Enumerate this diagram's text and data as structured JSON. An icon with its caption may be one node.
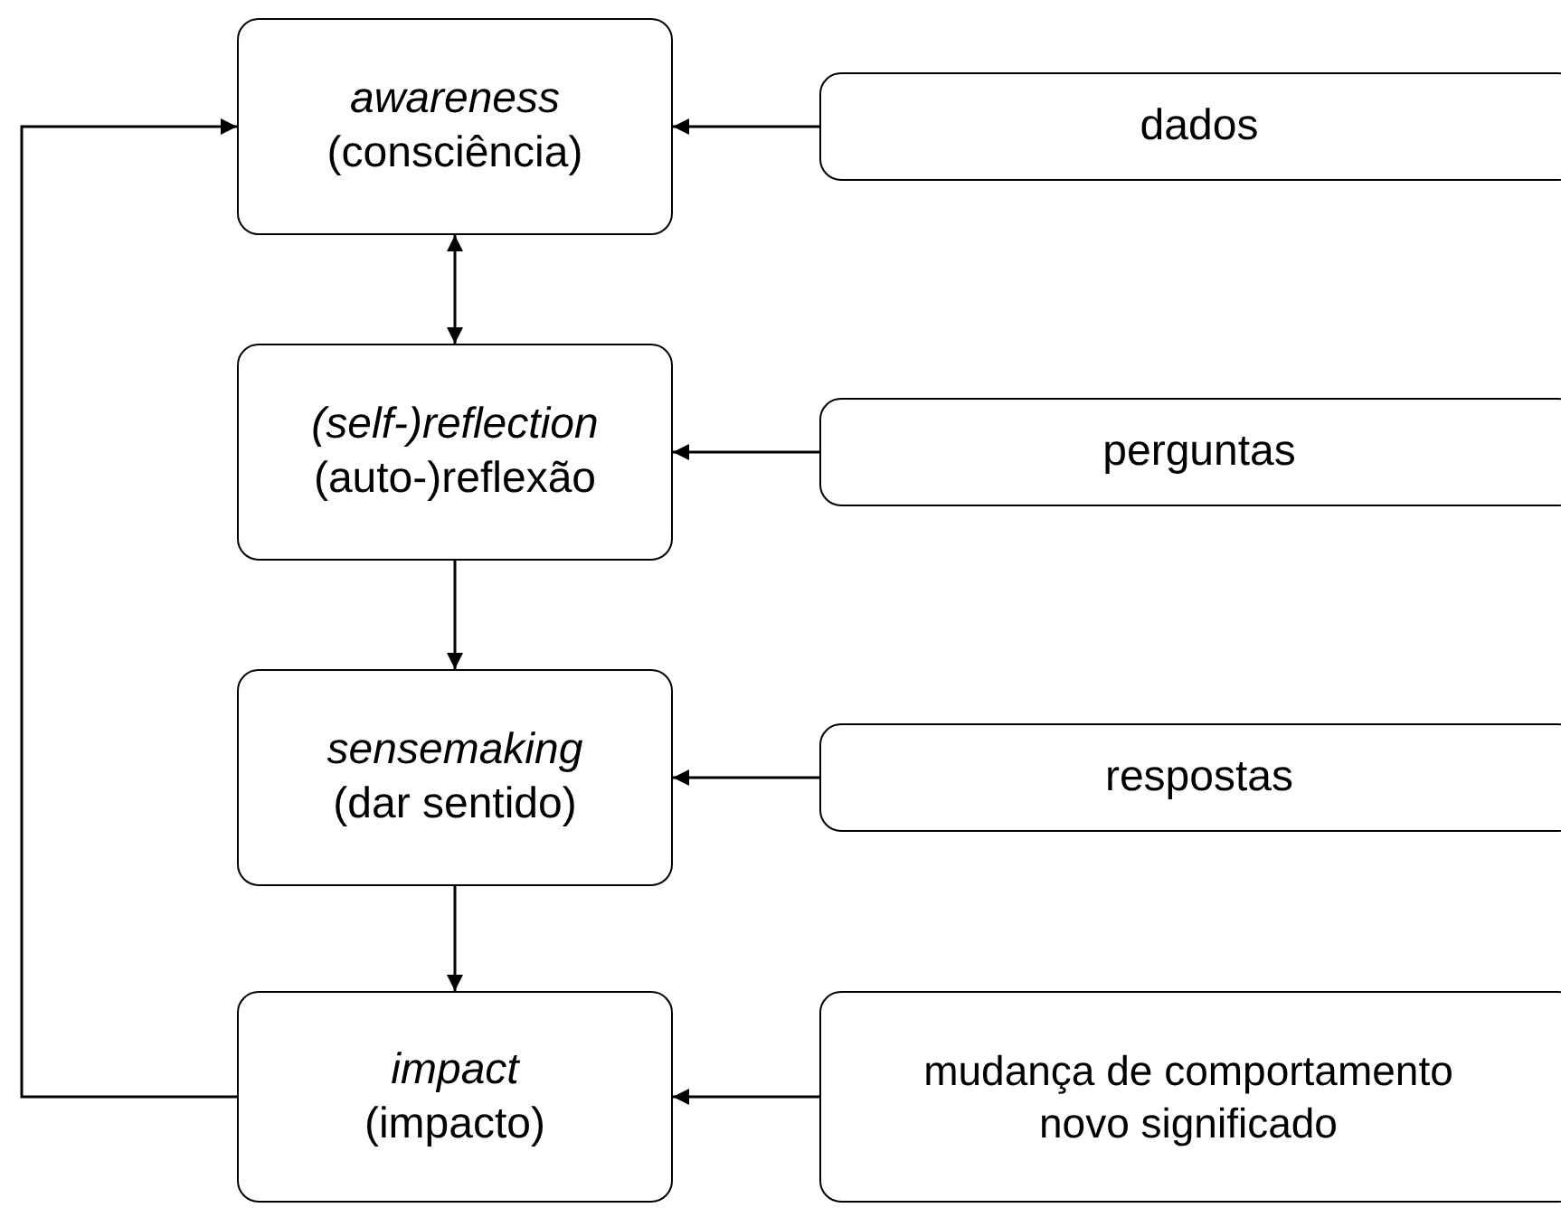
{
  "diagram": {
    "nodes": [
      {
        "text": [
          "awareness",
          "(consciência)"
        ]
      },
      {
        "text": [
          "(self-)reflection",
          "(auto-)reflexão"
        ]
      },
      {
        "text": [
          "sensemaking",
          "(dar sentido)"
        ]
      },
      {
        "text": [
          "impact",
          "(impacto)"
        ]
      },
      {
        "text": [
          "dados"
        ]
      },
      {
        "text": [
          "perguntas"
        ]
      },
      {
        "text": [
          "respostas"
        ]
      },
      {
        "text": [
          "mudança de comportamento novo significado"
        ]
      }
    ],
    "edges": [
      {
        "from": 4,
        "to": 0,
        "arrow": "to"
      },
      {
        "from": 0,
        "to": 1,
        "arrow": "both"
      },
      {
        "from": 5,
        "to": 1,
        "arrow": "to"
      },
      {
        "from": 1,
        "to": 2,
        "arrow": "to"
      },
      {
        "from": 6,
        "to": 2,
        "arrow": "to"
      },
      {
        "from": 2,
        "to": 3,
        "arrow": "to"
      },
      {
        "from": 7,
        "to": 3,
        "arrow": "to"
      },
      {
        "from": 3,
        "to": 0,
        "arrow": "to"
      }
    ]
  }
}
